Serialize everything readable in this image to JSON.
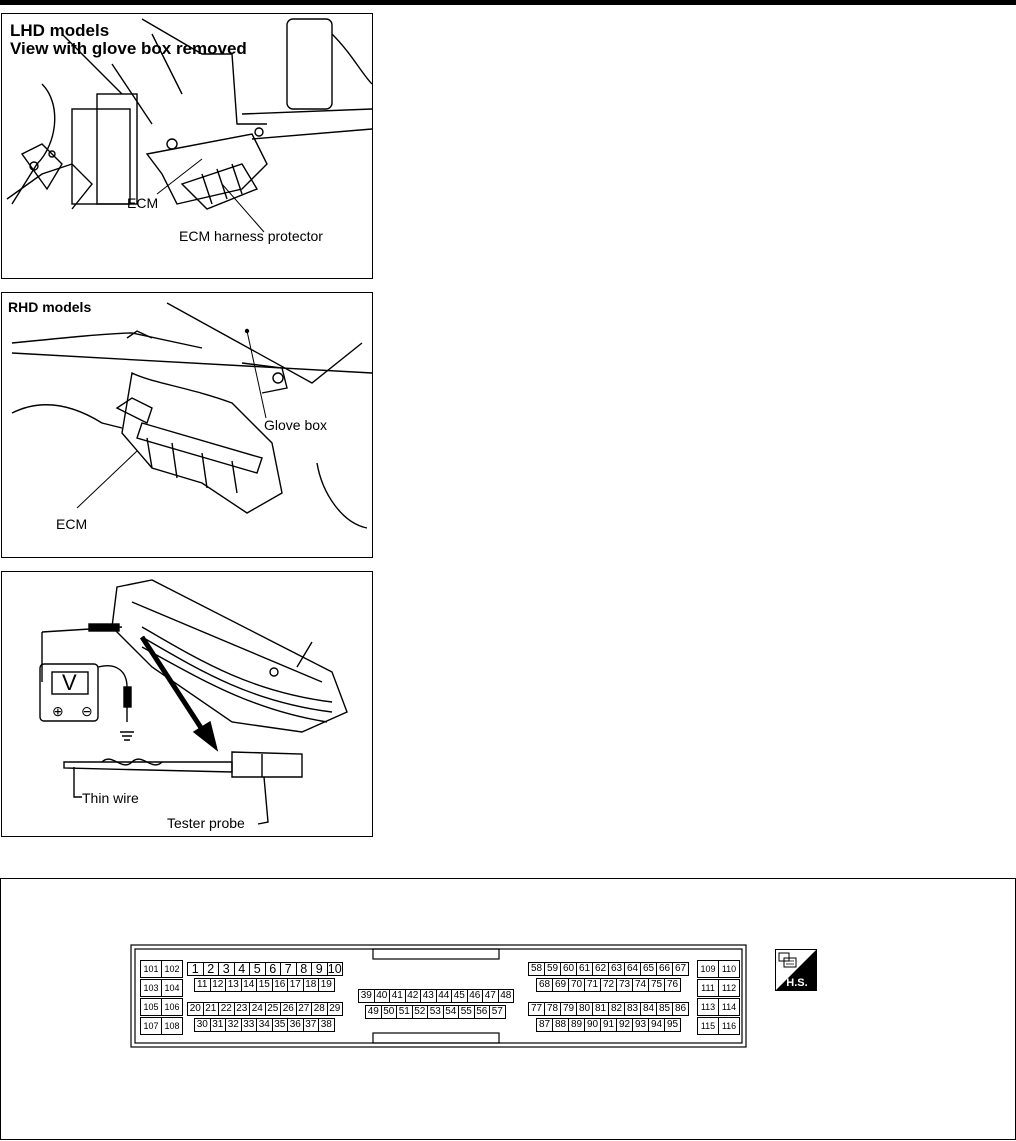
{
  "figures": {
    "lhd": {
      "title_line1": "LHD models",
      "title_line2": "View with glove box removed",
      "label_ecm": "ECM",
      "label_protector": "ECM harness protector"
    },
    "rhd": {
      "title": "RHD models",
      "label_glovebox": "Glove box",
      "label_ecm": "ECM"
    },
    "probe": {
      "meter_symbol": "V",
      "plus_symbol": "⊕",
      "minus_symbol": "⊖",
      "label_thin_wire": "Thin wire",
      "label_tester_probe": "Tester probe"
    }
  },
  "connector": {
    "left_block": [
      [
        "101",
        "102"
      ],
      [
        "103",
        "104"
      ],
      [
        "105",
        "106"
      ],
      [
        "107",
        "108"
      ]
    ],
    "right_block": [
      [
        "109",
        "110"
      ],
      [
        "111",
        "112"
      ],
      [
        "113",
        "114"
      ],
      [
        "115",
        "116"
      ]
    ],
    "group1_row1": [
      "1",
      "2",
      "3",
      "4",
      "5",
      "6",
      "7",
      "8",
      "9",
      "10"
    ],
    "group1_row2": [
      "11",
      "12",
      "13",
      "14",
      "15",
      "16",
      "17",
      "18",
      "19"
    ],
    "group1_row3": [
      "20",
      "21",
      "22",
      "23",
      "24",
      "25",
      "26",
      "27",
      "28",
      "29"
    ],
    "group1_row4": [
      "30",
      "31",
      "32",
      "33",
      "34",
      "35",
      "36",
      "37",
      "38"
    ],
    "group2_row1": [
      "39",
      "40",
      "41",
      "42",
      "43",
      "44",
      "45",
      "46",
      "47",
      "48"
    ],
    "group2_row2": [
      "49",
      "50",
      "51",
      "52",
      "53",
      "54",
      "55",
      "56",
      "57"
    ],
    "group3_row1": [
      "58",
      "59",
      "60",
      "61",
      "62",
      "63",
      "64",
      "65",
      "66",
      "67"
    ],
    "group3_row2": [
      "68",
      "69",
      "70",
      "71",
      "72",
      "73",
      "74",
      "75",
      "76"
    ],
    "group3_row3": [
      "77",
      "78",
      "79",
      "80",
      "81",
      "82",
      "83",
      "84",
      "85",
      "86"
    ],
    "group3_row4": [
      "87",
      "88",
      "89",
      "90",
      "91",
      "92",
      "93",
      "94",
      "95"
    ]
  },
  "badge": {
    "text": "H.S.",
    "icon": "harness-connector-icon"
  }
}
